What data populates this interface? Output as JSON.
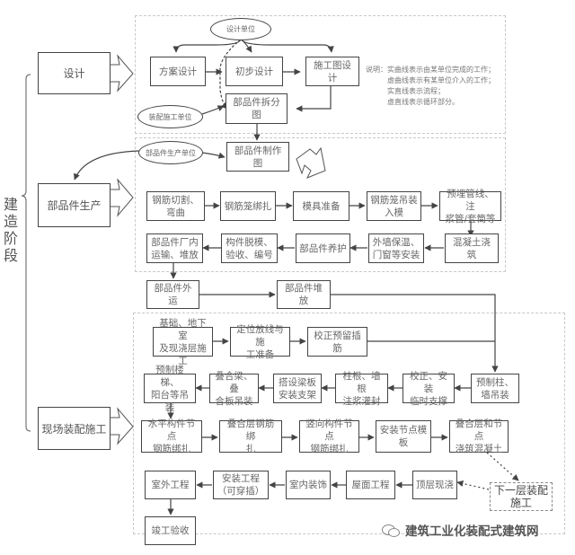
{
  "side_label": "建造阶段",
  "stages": {
    "design": "设计",
    "production": "部品件生产",
    "assembly": "现场装配施工"
  },
  "design": {
    "ellipse_design_unit": "设计单位",
    "ellipse_assembly_unit": "装配施工单位",
    "scheme": "方案设计",
    "preliminary": "初步设计",
    "construction_drawing": "施工图设计",
    "split_drawing": "部品件拆分图"
  },
  "legend": {
    "title": "说明：",
    "lines": [
      "实曲线表示由某单位完成的工作；",
      "虚曲线表示有某单位介入的工作；",
      "实直线表示流程；",
      "虚直线表示循环部分。"
    ]
  },
  "production": {
    "ellipse_producer": "部品件生产单位",
    "drawing": "部品件制作图",
    "steps": [
      "钢筋切割、\n弯曲",
      "钢筋笼绑扎",
      "模具准备",
      "钢筋笼吊装\n入模",
      "预埋管线、注\n浆管/套筒等",
      "混凝土浇筑",
      "外墙保温、\n门窗等安装",
      "部品件养护",
      "构件脱模、\n验收、编号",
      "部品件厂内\n运输、堆放"
    ],
    "transport": "部品件外运",
    "stacking": "部品件堆放"
  },
  "assembly": {
    "steps": [
      "基础、地下室\n及现浇层施工",
      "定位放线与施\n工准备",
      "校正预留插筋",
      "预制柱、\n墙吊装",
      "校正、安装\n临时支撑",
      "柱根、墙根\n注浆灌封",
      "搭设梁板\n安装支架",
      "叠合梁、叠\n合板吊装",
      "预制楼梯、\n阳台等吊装",
      "水平构件节点\n钢筋绑扎",
      "叠合层钢筋绑\n扎",
      "竖向构件节点\n钢筋绑扎",
      "安装节点模板",
      "叠合层和节点\n浇筑混凝土",
      "顶层现浇",
      "屋面工程",
      "室内装饰",
      "安装工程\n（可穿插）",
      "室外工程",
      "竣工验收"
    ],
    "next_floor": "下一层装配\n施工"
  },
  "watermark": "建筑工业化装配式建筑网"
}
